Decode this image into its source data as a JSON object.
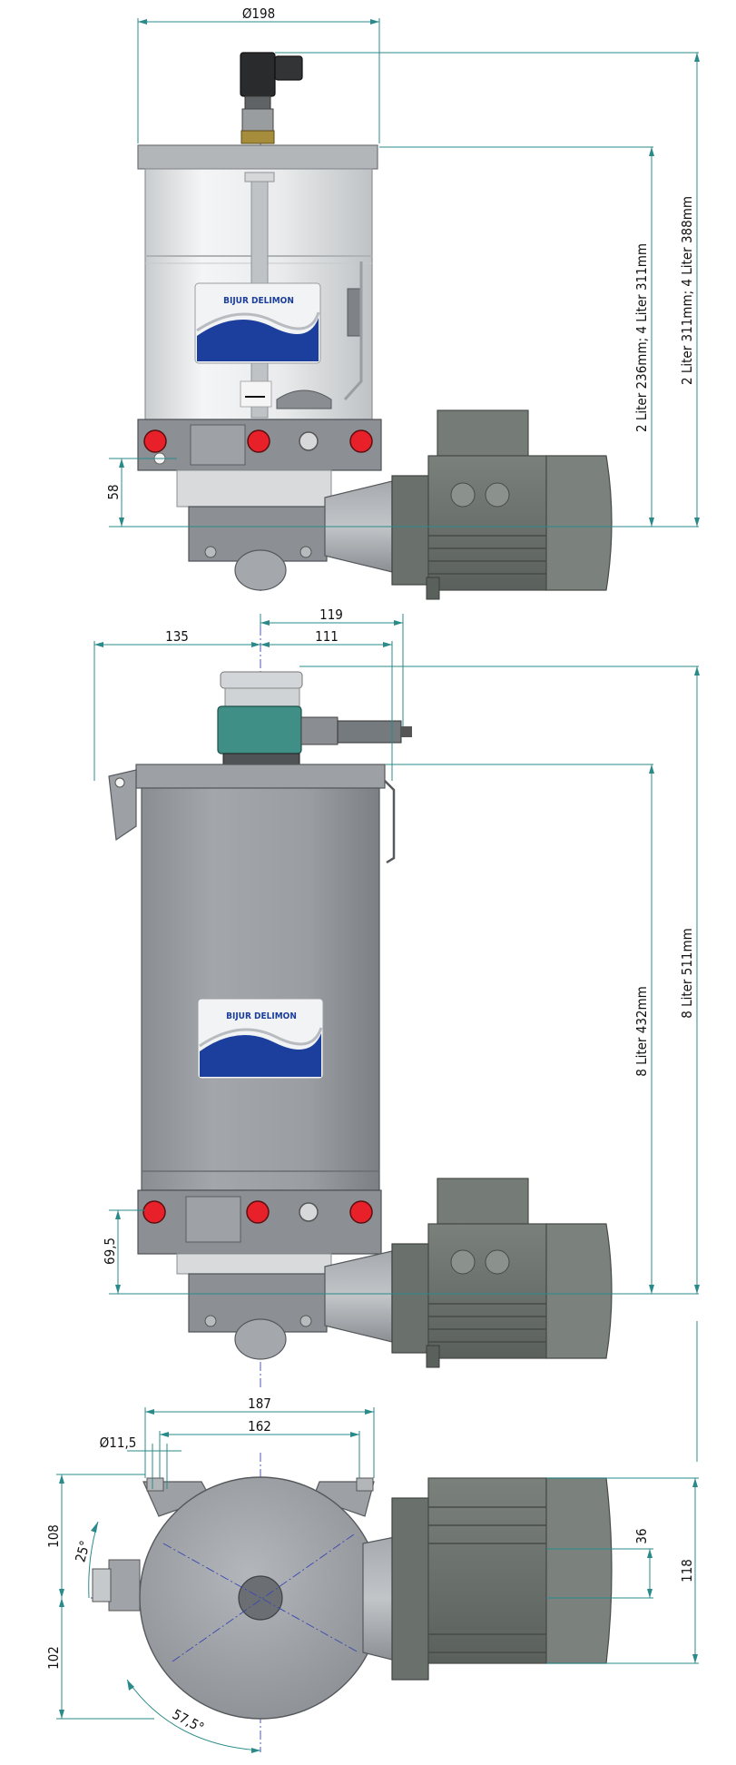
{
  "drawing": {
    "labels": {
      "top_diameter": "Ø198",
      "top_height_left": "58",
      "top_height_inner": "2 Liter 236mm; 4 Liter 311mm",
      "top_height_outer": "2 Liter 311mm; 4 Liter 388mm",
      "logo_text_top": "BIJUR DELIMON",
      "mid_width_119": "119",
      "mid_width_135": "135",
      "mid_width_111": "111",
      "mid_height_left": "69,5",
      "mid_height_inner": "8 Liter 432mm",
      "mid_height_outer": "8 Liter 511mm",
      "logo_text_mid": "BIJUR DELIMON",
      "bot_width_187": "187",
      "bot_width_162": "162",
      "bot_hole": "Ø11,5",
      "bot_108": "108",
      "bot_102": "102",
      "bot_25deg": "25°",
      "bot_57deg": "57,5°",
      "bot_36": "36",
      "bot_118": "118"
    },
    "colors": {
      "dimension": "#2a8a8a",
      "centerline": "#3a46b0",
      "housing": "#8c9094",
      "motor": "#6e7470",
      "logo_blue": "#1c3f9e",
      "indicator_red": "#e8202a",
      "sensor_teal": "#3f8f87"
    }
  }
}
